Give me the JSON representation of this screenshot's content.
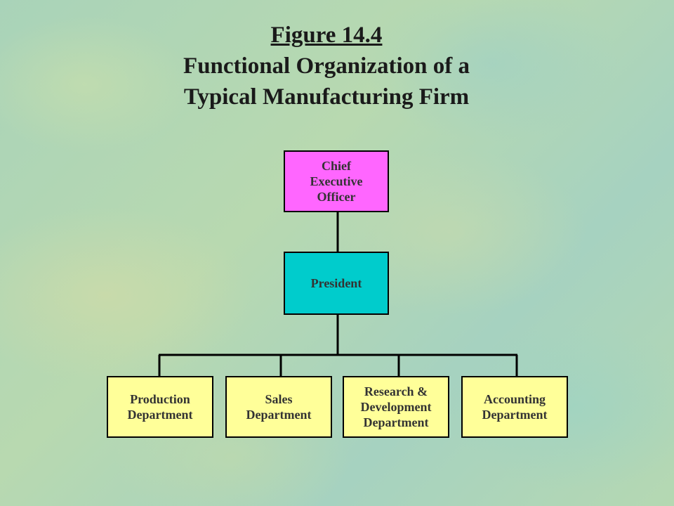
{
  "title": {
    "figure": "Figure 14.4",
    "line2": "Functional Organization of a",
    "line3": "Typical Manufacturing Firm"
  },
  "org_chart": {
    "top": {
      "label": "Chief\nExecutive\nOfficer",
      "color": "#ff66ff"
    },
    "second": {
      "label": "President",
      "color": "#00cccc"
    },
    "departments": [
      {
        "label": "Production\nDepartment"
      },
      {
        "label": "Sales\nDepartment"
      },
      {
        "label": "Research &\nDevelopment\nDepartment"
      },
      {
        "label": "Accounting\nDepartment"
      }
    ],
    "department_color": "#ffff99"
  }
}
